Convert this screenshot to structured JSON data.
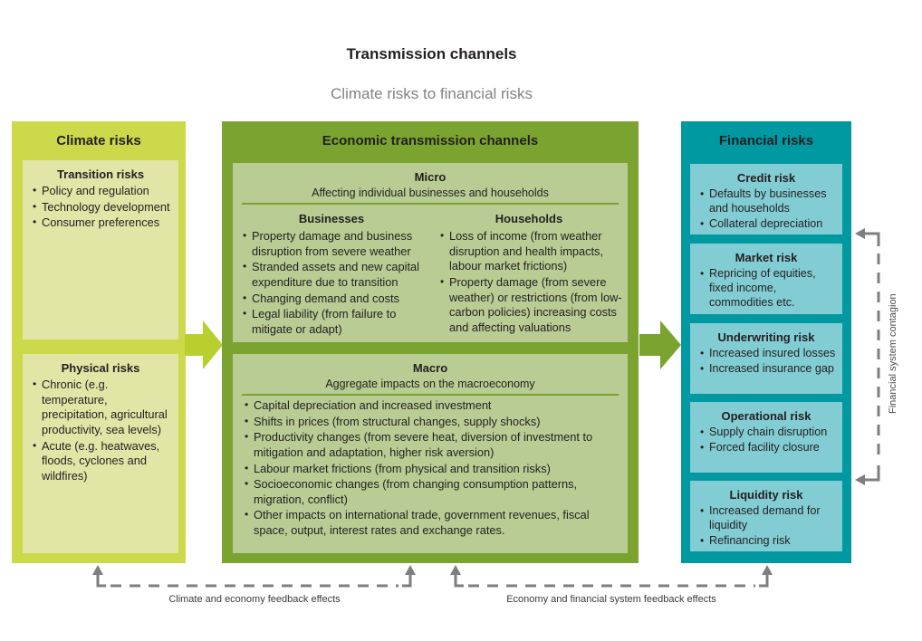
{
  "header": {
    "title": "Transmission channels",
    "subtitle": "Climate risks to financial risks"
  },
  "climate_panel": {
    "title": "Climate risks",
    "boxes": [
      {
        "title": "Transition risks",
        "items": [
          "Policy and regulation",
          "Technology development",
          "Consumer preferences"
        ]
      },
      {
        "title": "Physical risks",
        "items": [
          "Chronic (e.g. temperature, precipitation, agricultural productivity, sea levels)",
          "Acute (e.g. heatwaves, floods, cyclones and wildfires)"
        ]
      }
    ]
  },
  "economic_panel": {
    "title": "Economic transmission channels",
    "micro": {
      "title": "Micro",
      "subtitle": "Affecting individual businesses and households",
      "businesses": {
        "title": "Businesses",
        "items": [
          "Property damage and business disruption from severe weather",
          "Stranded assets and new capital expenditure due to transition",
          "Changing demand and costs",
          "Legal liability (from failure to mitigate or adapt)"
        ]
      },
      "households": {
        "title": "Households",
        "items": [
          "Loss of income (from weather disruption and health impacts, labour market frictions)",
          "Property damage (from severe weather) or restrictions (from low-carbon policies) increasing costs and affecting valuations"
        ]
      }
    },
    "macro": {
      "title": "Macro",
      "subtitle": "Aggregate impacts on the macroeconomy",
      "items": [
        "Capital depreciation and increased investment",
        "Shifts in prices (from structural changes, supply shocks)",
        "Productivity changes (from severe heat, diversion of investment to mitigation and adaptation, higher risk aversion)",
        "Labour market frictions (from physical and transition risks)",
        "Socioeconomic changes (from changing consumption patterns, migration, conflict)",
        "Other impacts on international trade, government revenues, fiscal space, output, interest rates and exchange rates."
      ]
    }
  },
  "financial_panel": {
    "title": "Financial risks",
    "boxes": [
      {
        "title": "Credit risk",
        "items": [
          "Defaults by businesses and households",
          "Collateral depreciation"
        ]
      },
      {
        "title": "Market risk",
        "items": [
          "Repricing of equities, fixed income, commodities etc."
        ]
      },
      {
        "title": "Underwriting risk",
        "items": [
          "Increased insured losses",
          "Increased insurance gap"
        ]
      },
      {
        "title": "Operational risk",
        "items": [
          "Supply chain disruption",
          "Forced facility closure"
        ]
      },
      {
        "title": "Liquidity risk",
        "items": [
          "Increased demand for liquidity",
          "Refinancing risk"
        ]
      }
    ]
  },
  "annotations": {
    "contagion_label": "Financial system contagion",
    "feedback_left_label": "Climate and economy feedback effects",
    "feedback_right_label": "Economy and financial system feedback effects"
  },
  "colors": {
    "climate_panel": "#ccd94b",
    "climate_box": "#e1e5a6",
    "economic_panel": "#7ba32f",
    "economic_box": "#b8cc93",
    "financial_panel": "#0098a1",
    "financial_box": "#82cdd3",
    "arrow_climate": "#b8cf2e",
    "arrow_economic": "#7ba32f",
    "dashed_arrow_gray": "#7d7e81",
    "title_text": "#231f20",
    "subtitle_text": "#808285"
  }
}
